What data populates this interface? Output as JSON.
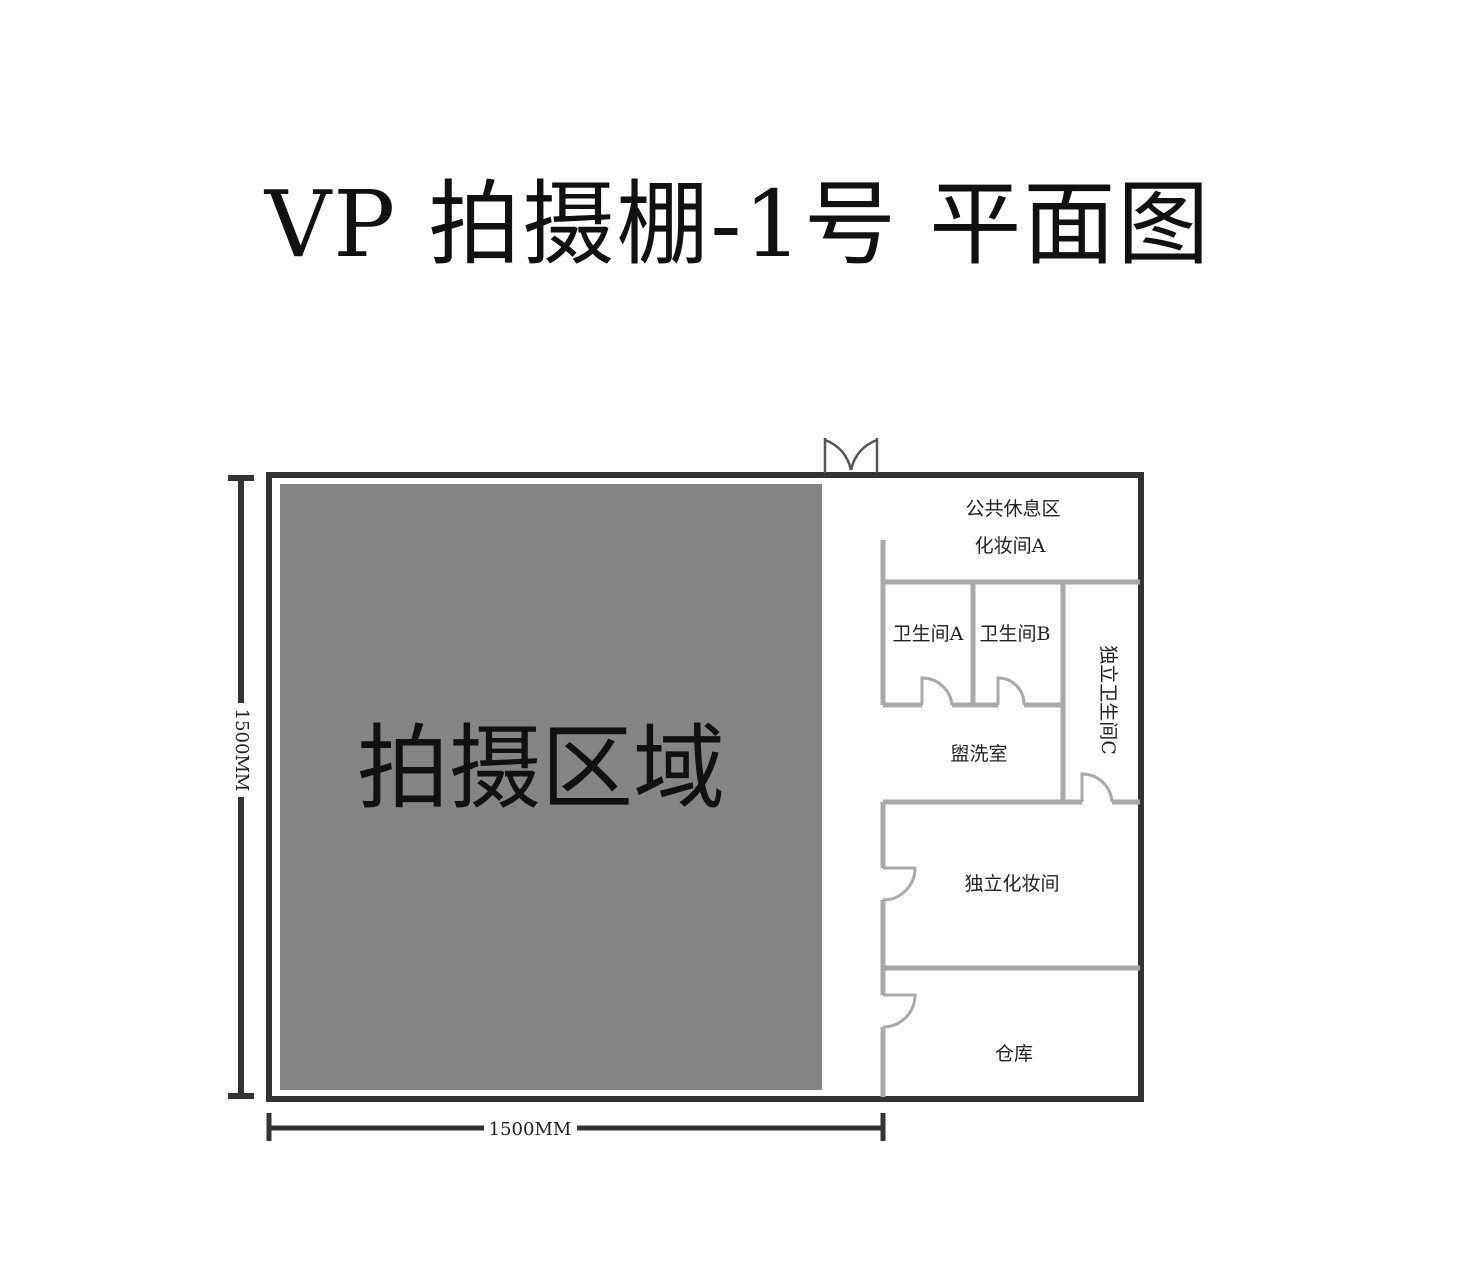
{
  "title": "VP 拍摄棚-1号 平面图",
  "shooting_area": {
    "label": "拍摄区域",
    "fill": "#858585"
  },
  "rooms": {
    "lounge": "公共休息区",
    "makeup_a": "化妆间A",
    "toilet_a": "卫生间A",
    "toilet_b": "卫生间B",
    "washroom": "盥洗室",
    "toilet_c": "独立卫生间C",
    "private_makeup": "独立化妆间",
    "storage": "仓库"
  },
  "dimensions": {
    "height": "1500MM",
    "width": "1500MM"
  },
  "colors": {
    "outer_wall": "#333333",
    "inner_wall": "#a9a9a9",
    "dimension_line": "#333333"
  }
}
